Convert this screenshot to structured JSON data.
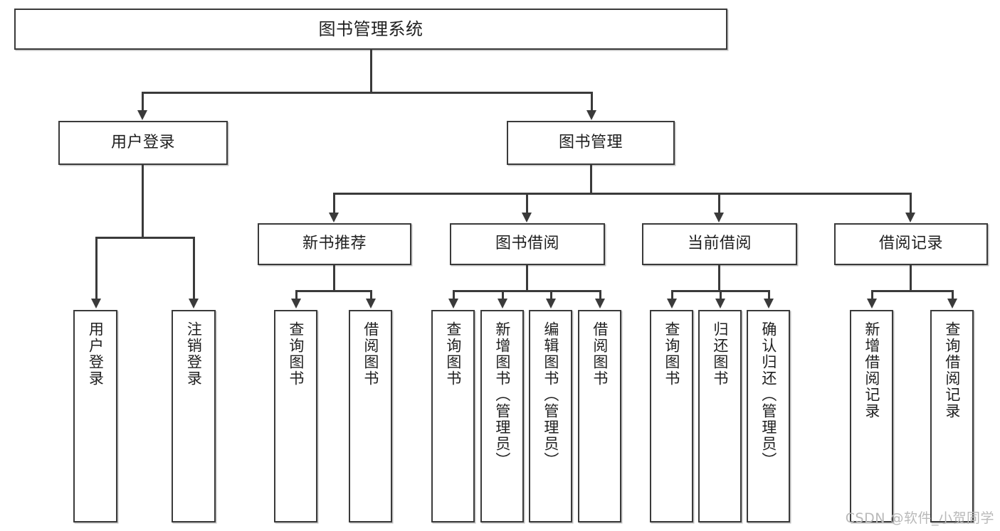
{
  "diagram": {
    "title": "图书管理系统",
    "watermark": "CSDN @软件_小贺同学",
    "type": "tree",
    "line_color": "#3a3a3a",
    "box_fill": "#ffffff",
    "text_color": "#1f1f1f",
    "watermark_color": "#b9b9b9"
  },
  "root": {
    "label": "图书管理系统"
  },
  "level2": {
    "user_login": {
      "label": "用户登录"
    },
    "book_manage": {
      "label": "图书管理"
    }
  },
  "level3": {
    "new_book": {
      "label": "新书推荐"
    },
    "book_borrow": {
      "label": "图书借阅"
    },
    "current_borrow": {
      "label": "当前借阅"
    },
    "borrow_record": {
      "label": "借阅记录"
    }
  },
  "leaves": {
    "user_login": [
      {
        "label": "用户登录"
      },
      {
        "label": "注销登录"
      }
    ],
    "new_book": [
      {
        "label": "查询图书"
      },
      {
        "label": "借阅图书"
      }
    ],
    "book_borrow": [
      {
        "label": "查询图书"
      },
      {
        "label": "新增图书（管理员）"
      },
      {
        "label": "编辑图书（管理员）"
      },
      {
        "label": "借阅图书"
      }
    ],
    "current_borrow": [
      {
        "label": "查询图书"
      },
      {
        "label": "归还图书"
      },
      {
        "label": "确认归还（管理员）"
      }
    ],
    "borrow_record": [
      {
        "label": "新增借阅记录"
      },
      {
        "label": "查询借阅记录"
      }
    ]
  }
}
